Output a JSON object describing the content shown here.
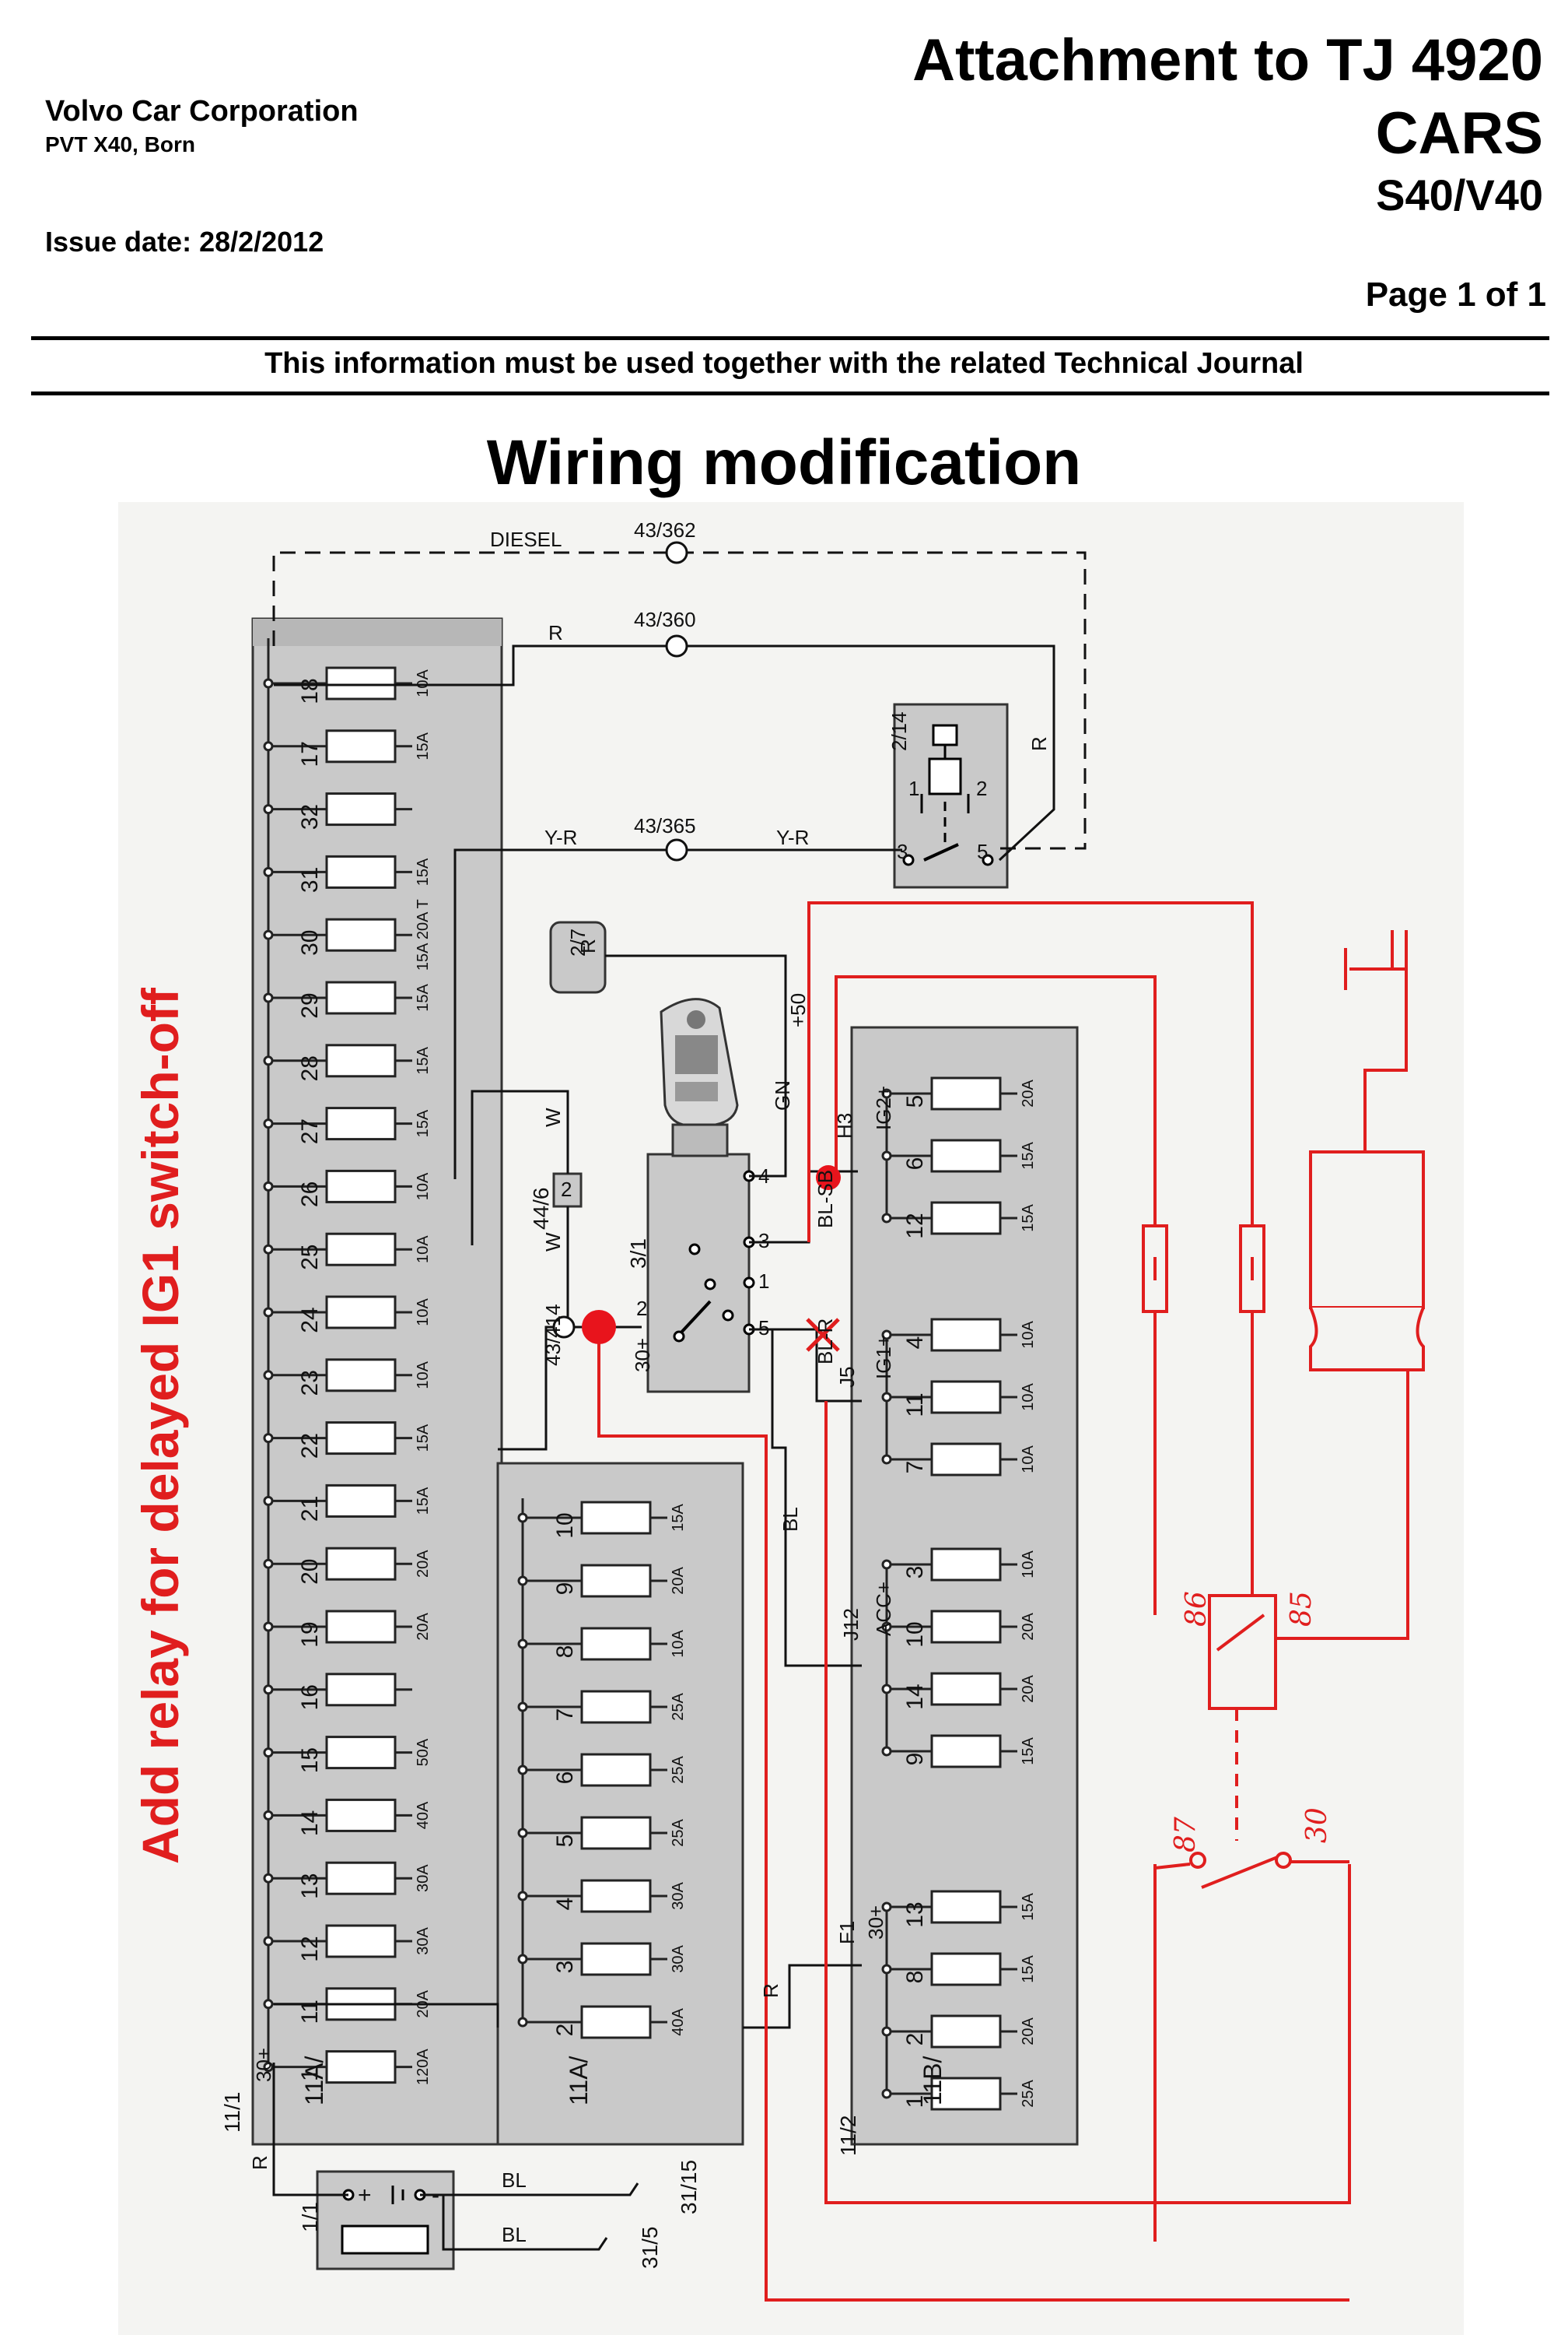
{
  "header": {
    "company": "Volvo Car Corporation",
    "department": "PVT X40, Born",
    "issue_date": "Issue date: 28/2/2012",
    "title": "Attachment to TJ 4920",
    "subtitle": "CARS",
    "models": "S40/V40",
    "page": "Page 1 of 1",
    "notice": "This information must be used together with the related Technical Journal"
  },
  "diagram": {
    "title": "Wiring modification",
    "annotation": "Add relay for delayed IG1 switch-off",
    "main_fusebox_label": "11A/",
    "main_fusebox_connector": "11/1",
    "secondary_fusebox_label": "11B/",
    "secondary_fusebox_connector": "11/2",
    "fuses_11": [
      {
        "n": "18",
        "a": "10A"
      },
      {
        "n": "17",
        "a": "15A"
      },
      {
        "n": "32",
        "a": ""
      },
      {
        "n": "31",
        "a": "15A"
      },
      {
        "n": "30",
        "a": "15A 20A T"
      },
      {
        "n": "29",
        "a": "15A"
      },
      {
        "n": "28",
        "a": "15A"
      },
      {
        "n": "27",
        "a": "15A"
      },
      {
        "n": "26",
        "a": "10A"
      },
      {
        "n": "25",
        "a": "10A"
      },
      {
        "n": "24",
        "a": "10A"
      },
      {
        "n": "23",
        "a": "10A"
      },
      {
        "n": "22",
        "a": "15A"
      },
      {
        "n": "21",
        "a": "15A"
      },
      {
        "n": "20",
        "a": "20A"
      },
      {
        "n": "19",
        "a": "20A"
      },
      {
        "n": "16",
        "a": ""
      },
      {
        "n": "15",
        "a": "50A"
      },
      {
        "n": "14",
        "a": "40A"
      },
      {
        "n": "13",
        "a": "30A"
      },
      {
        "n": "12",
        "a": "30A"
      },
      {
        "n": "11",
        "a": "20A"
      },
      {
        "n": "1",
        "a": "120A"
      }
    ],
    "fuses_11a": [
      {
        "n": "10",
        "a": "15A"
      },
      {
        "n": "9",
        "a": "20A"
      },
      {
        "n": "8",
        "a": "10A"
      },
      {
        "n": "7",
        "a": "25A"
      },
      {
        "n": "6",
        "a": "25A"
      },
      {
        "n": "5",
        "a": "25A"
      },
      {
        "n": "4",
        "a": "30A"
      },
      {
        "n": "3",
        "a": "30A"
      },
      {
        "n": "2",
        "a": "40A"
      }
    ],
    "fuses_11b": {
      "ig2": [
        {
          "n": "5",
          "a": "20A"
        },
        {
          "n": "6",
          "a": "15A"
        },
        {
          "n": "12",
          "a": "15A"
        }
      ],
      "ig1": [
        {
          "n": "4",
          "a": "10A"
        },
        {
          "n": "11",
          "a": "10A"
        },
        {
          "n": "7",
          "a": "10A"
        }
      ],
      "acc": [
        {
          "n": "3",
          "a": "10A"
        },
        {
          "n": "10",
          "a": "20A"
        },
        {
          "n": "14",
          "a": "20A"
        },
        {
          "n": "9",
          "a": "15A"
        }
      ],
      "b30": [
        {
          "n": "13",
          "a": "15A"
        },
        {
          "n": "8",
          "a": "15A"
        },
        {
          "n": "2",
          "a": "20A"
        },
        {
          "n": "1",
          "a": "25A"
        }
      ]
    },
    "group_labels": {
      "ig2": "IG2+",
      "ig1": "IG1+",
      "acc": "ACC+",
      "b30": "30+",
      "a30": "30+"
    },
    "splices": {
      "h3": "H3",
      "j5": "J5",
      "j12": "J12",
      "f1": "F1"
    },
    "labels": {
      "diesel": "DIESEL",
      "c362": "43/362",
      "c360": "43/360",
      "c365": "43/365",
      "c414": "43/414",
      "relay_214": "2/14",
      "ign_switch": "3/1",
      "c446": "44/6",
      "c446_pin": "2",
      "ant": "2/7",
      "battery": "1/1",
      "gnd1": "31/15",
      "gnd2": "31/5",
      "w_r": "R",
      "w_yr": "Y-R",
      "w_w": "W",
      "w_gn": "GN",
      "w_blsb": "BL-SB",
      "w_blr": "BL-R",
      "w_bl": "BL",
      "w_p50": "+50",
      "p30": "30+",
      "pin1": "1",
      "pin2": "2",
      "pin3": "3",
      "pin4": "4",
      "pin5": "5",
      "bat_plus": "+",
      "bat_minus": "-",
      "relay_pin3": "3",
      "relay_pin5": "5",
      "relay_pin1": "1",
      "relay_pin2": "2",
      "relay_86": "86",
      "relay_85": "85",
      "relay_87": "87",
      "relay_30": "30"
    },
    "colors": {
      "modification": "#e01e1e",
      "panel": "#c9c9c9",
      "panel_dark": "#b7b7b7",
      "marker": "#e8141c"
    }
  }
}
